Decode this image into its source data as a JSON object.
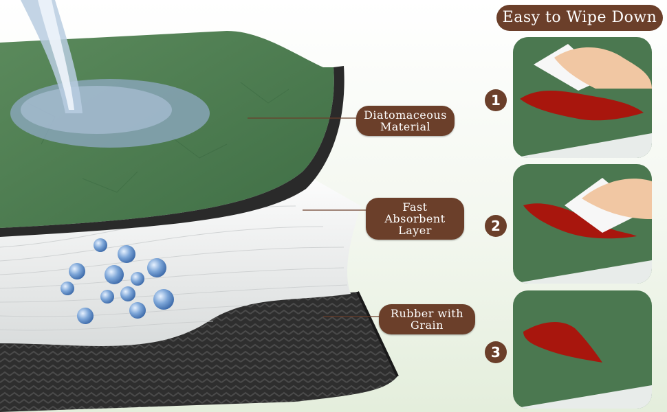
{
  "title": "Easy to Wipe Down",
  "layers": [
    {
      "line1": "Diatomaceous",
      "line2": "Material"
    },
    {
      "line1": "Fast Absorbent",
      "line2": "Layer"
    },
    {
      "line1": "Rubber with",
      "line2": "Grain"
    }
  ],
  "steps": [
    "1",
    "2",
    "3"
  ],
  "colors": {
    "pill": "#6b3f2a",
    "mat_green": "#4a7a4e",
    "rubber": "#2b2b2b",
    "sauce": "#a8160d"
  }
}
